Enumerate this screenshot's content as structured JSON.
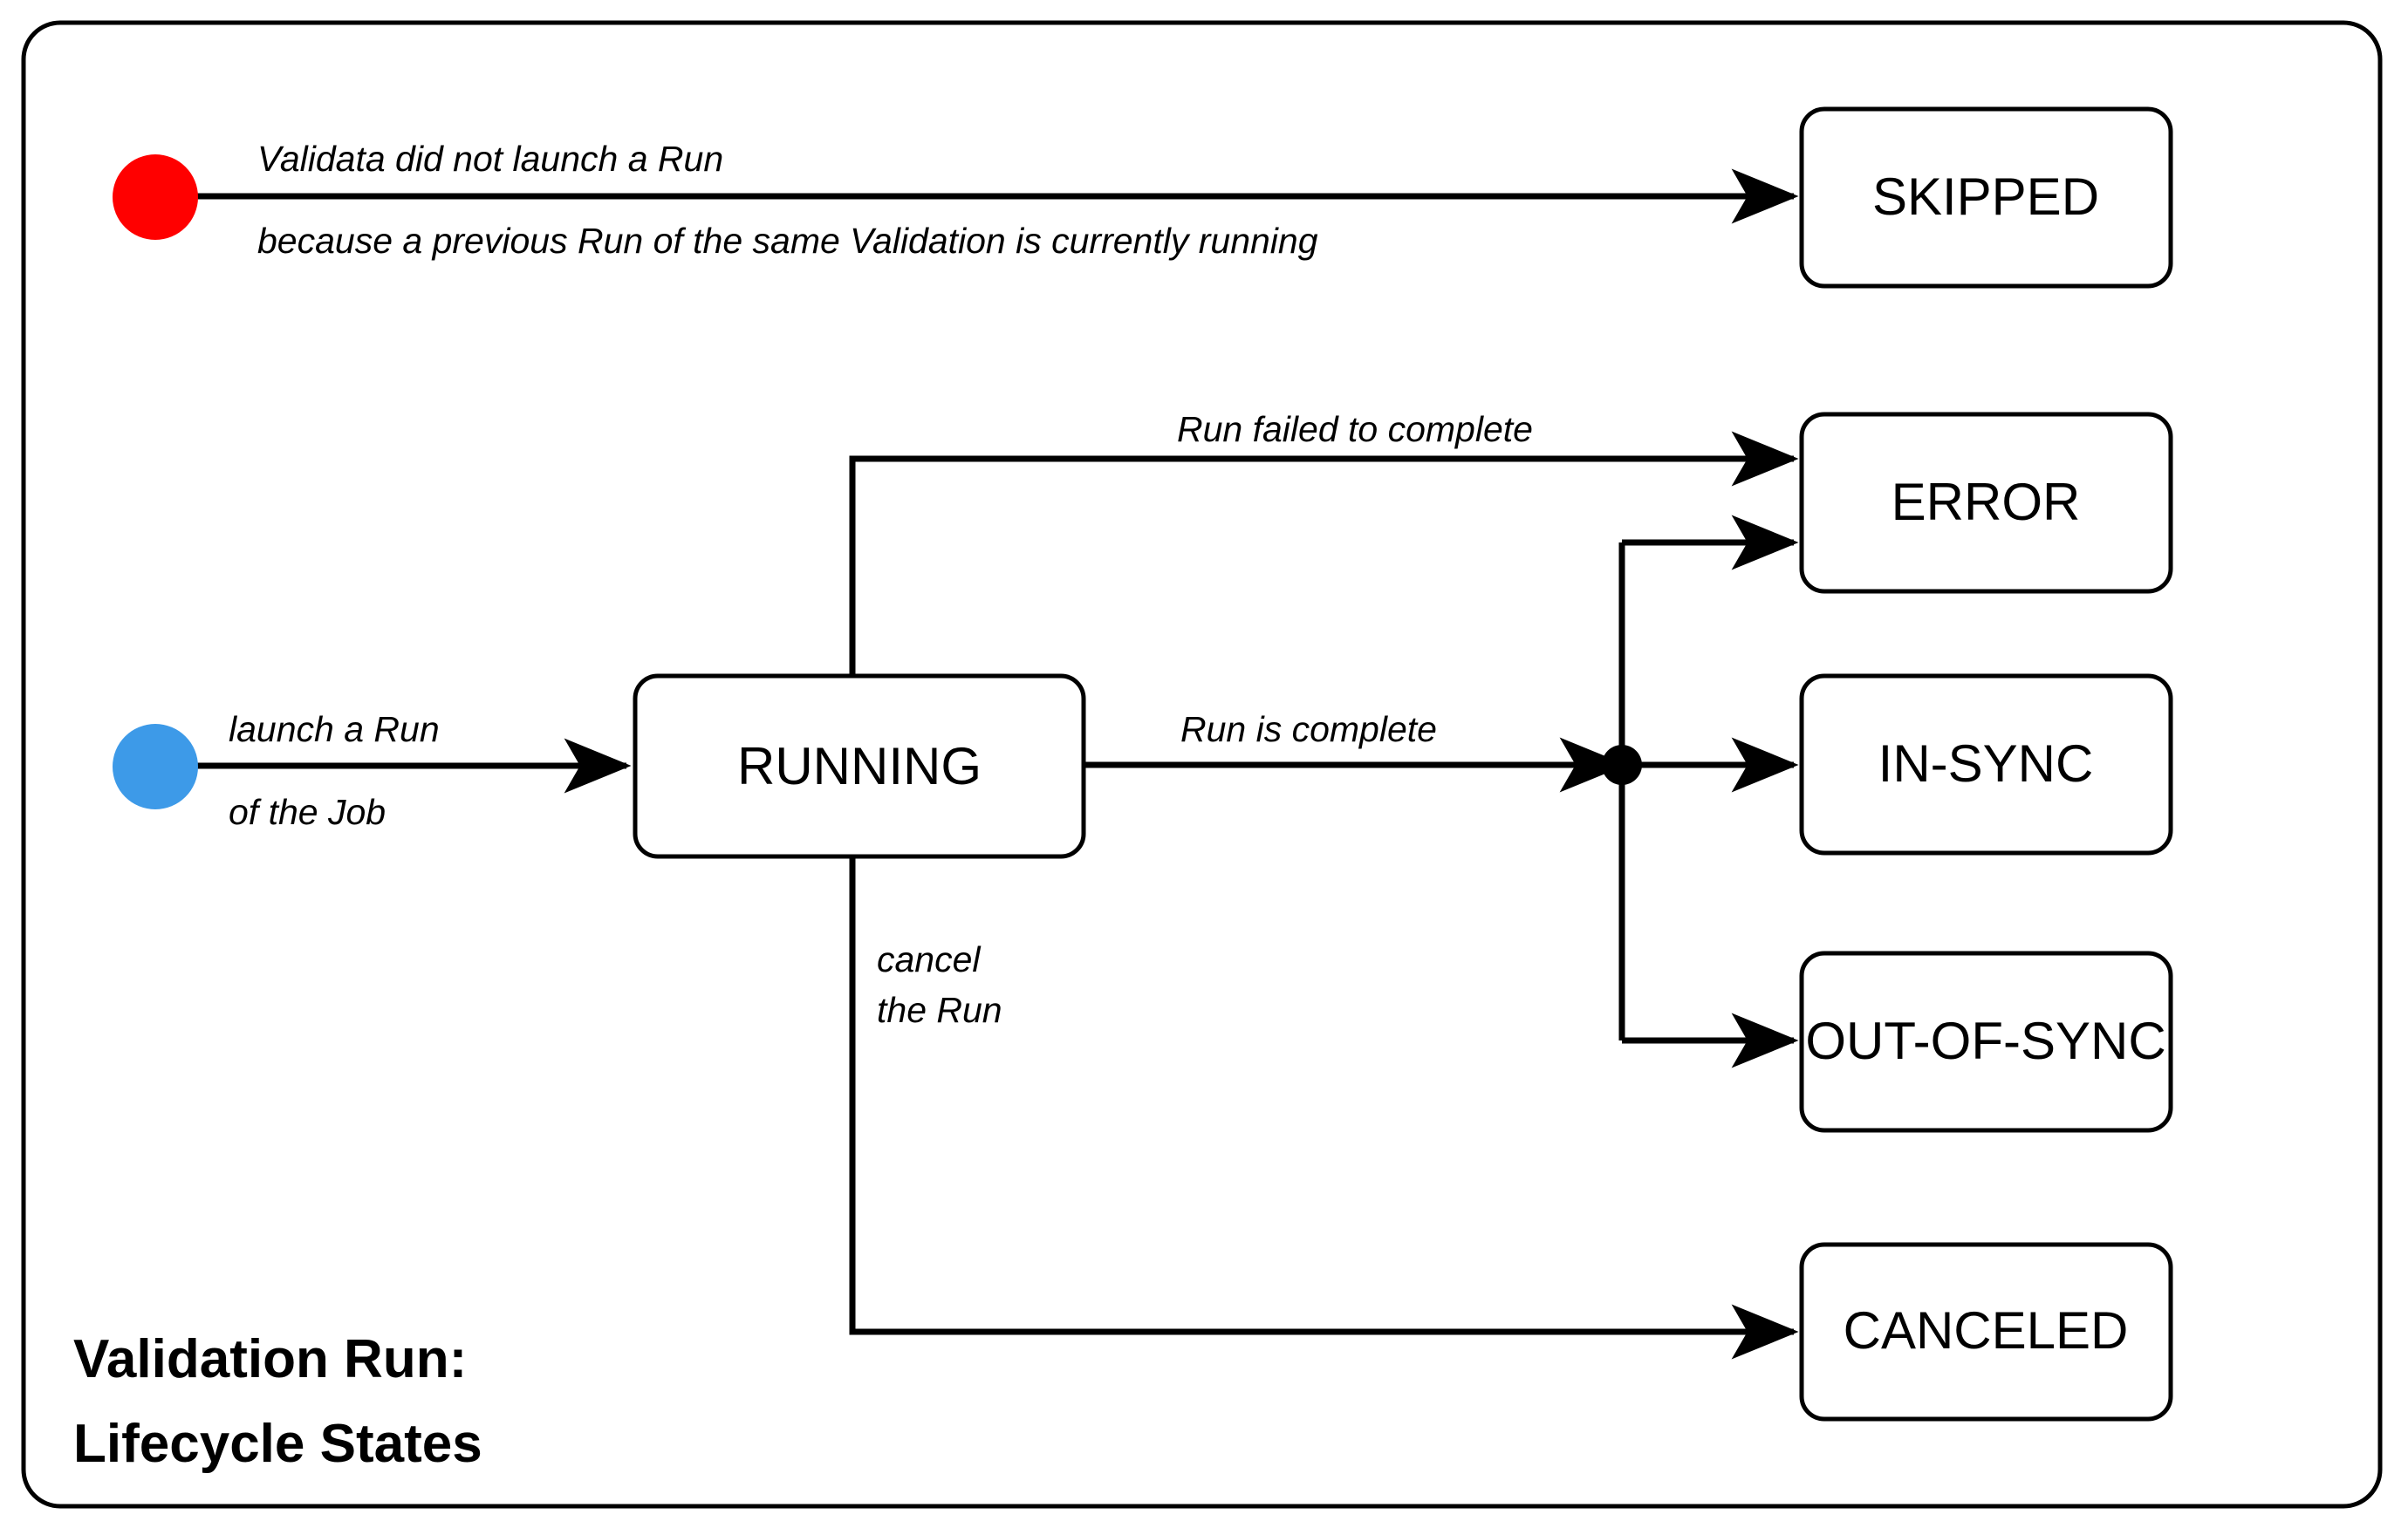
{
  "diagram": {
    "title_line1": "Validation Run:",
    "title_line2": "Lifecycle States",
    "frame": {
      "color": "#000000"
    },
    "start_nodes": [
      {
        "id": "skipped-start",
        "icon": "filled-circle",
        "color": "#ff0000"
      },
      {
        "id": "running-start",
        "icon": "filled-circle",
        "color": "#3d9ae8"
      }
    ],
    "junction": {
      "id": "completion-junction",
      "icon": "filled-circle",
      "color": "#000000"
    },
    "states": [
      {
        "id": "skipped",
        "label": "SKIPPED"
      },
      {
        "id": "error",
        "label": "ERROR"
      },
      {
        "id": "running",
        "label": "RUNNING"
      },
      {
        "id": "in-sync",
        "label": "IN-SYNC"
      },
      {
        "id": "out-of-sync",
        "label": "OUT-OF-SYNC"
      },
      {
        "id": "canceled",
        "label": "CANCELED"
      }
    ],
    "transitions": [
      {
        "id": "to-skipped",
        "from": "red-start",
        "to": "SKIPPED",
        "label_line1": "Validata did not launch a Run",
        "label_line2": "because a previous Run of the same Validation is currently running"
      },
      {
        "id": "to-running",
        "from": "blue-start",
        "to": "RUNNING",
        "label_line1": "launch a Run",
        "label_line2": "of the Job"
      },
      {
        "id": "running-to-error",
        "from": "RUNNING",
        "to": "ERROR",
        "label_line1": "Run failed to complete",
        "label_line2": ""
      },
      {
        "id": "running-to-junction",
        "from": "RUNNING",
        "to": "completion-junction",
        "label_line1": "Run is complete",
        "label_line2": ""
      },
      {
        "id": "running-to-canceled",
        "from": "RUNNING",
        "to": "CANCELED",
        "label_line1": "cancel",
        "label_line2": "the Run"
      },
      {
        "id": "junction-to-error",
        "from": "completion-junction",
        "to": "ERROR",
        "label_line1": "",
        "label_line2": ""
      },
      {
        "id": "junction-to-in-sync",
        "from": "completion-junction",
        "to": "IN-SYNC",
        "label_line1": "",
        "label_line2": ""
      },
      {
        "id": "junction-to-out-of-sync",
        "from": "completion-junction",
        "to": "OUT-OF-SYNC",
        "label_line1": "",
        "label_line2": ""
      }
    ]
  }
}
